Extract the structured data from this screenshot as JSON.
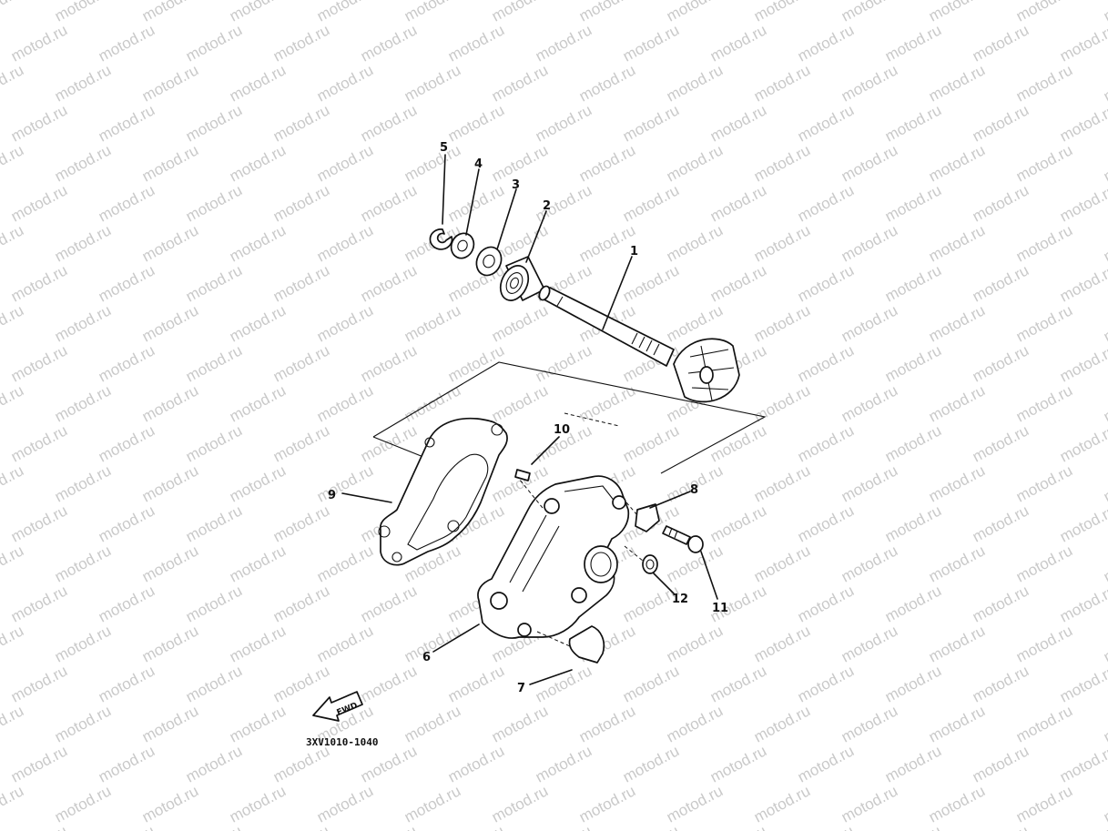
{
  "watermark": {
    "text": "motod.ru",
    "color": "#c9c9c9"
  },
  "diagram_code": "3XV1010-1040",
  "fwd_label": "FWD",
  "callouts": [
    {
      "id": "1",
      "label": "1"
    },
    {
      "id": "2",
      "label": "2"
    },
    {
      "id": "3",
      "label": "3"
    },
    {
      "id": "4",
      "label": "4"
    },
    {
      "id": "5",
      "label": "5"
    },
    {
      "id": "6",
      "label": "6"
    },
    {
      "id": "7",
      "label": "7"
    },
    {
      "id": "8",
      "label": "8"
    },
    {
      "id": "9",
      "label": "9"
    },
    {
      "id": "10",
      "label": "10"
    },
    {
      "id": "11",
      "label": "11"
    },
    {
      "id": "12",
      "label": "12"
    }
  ]
}
